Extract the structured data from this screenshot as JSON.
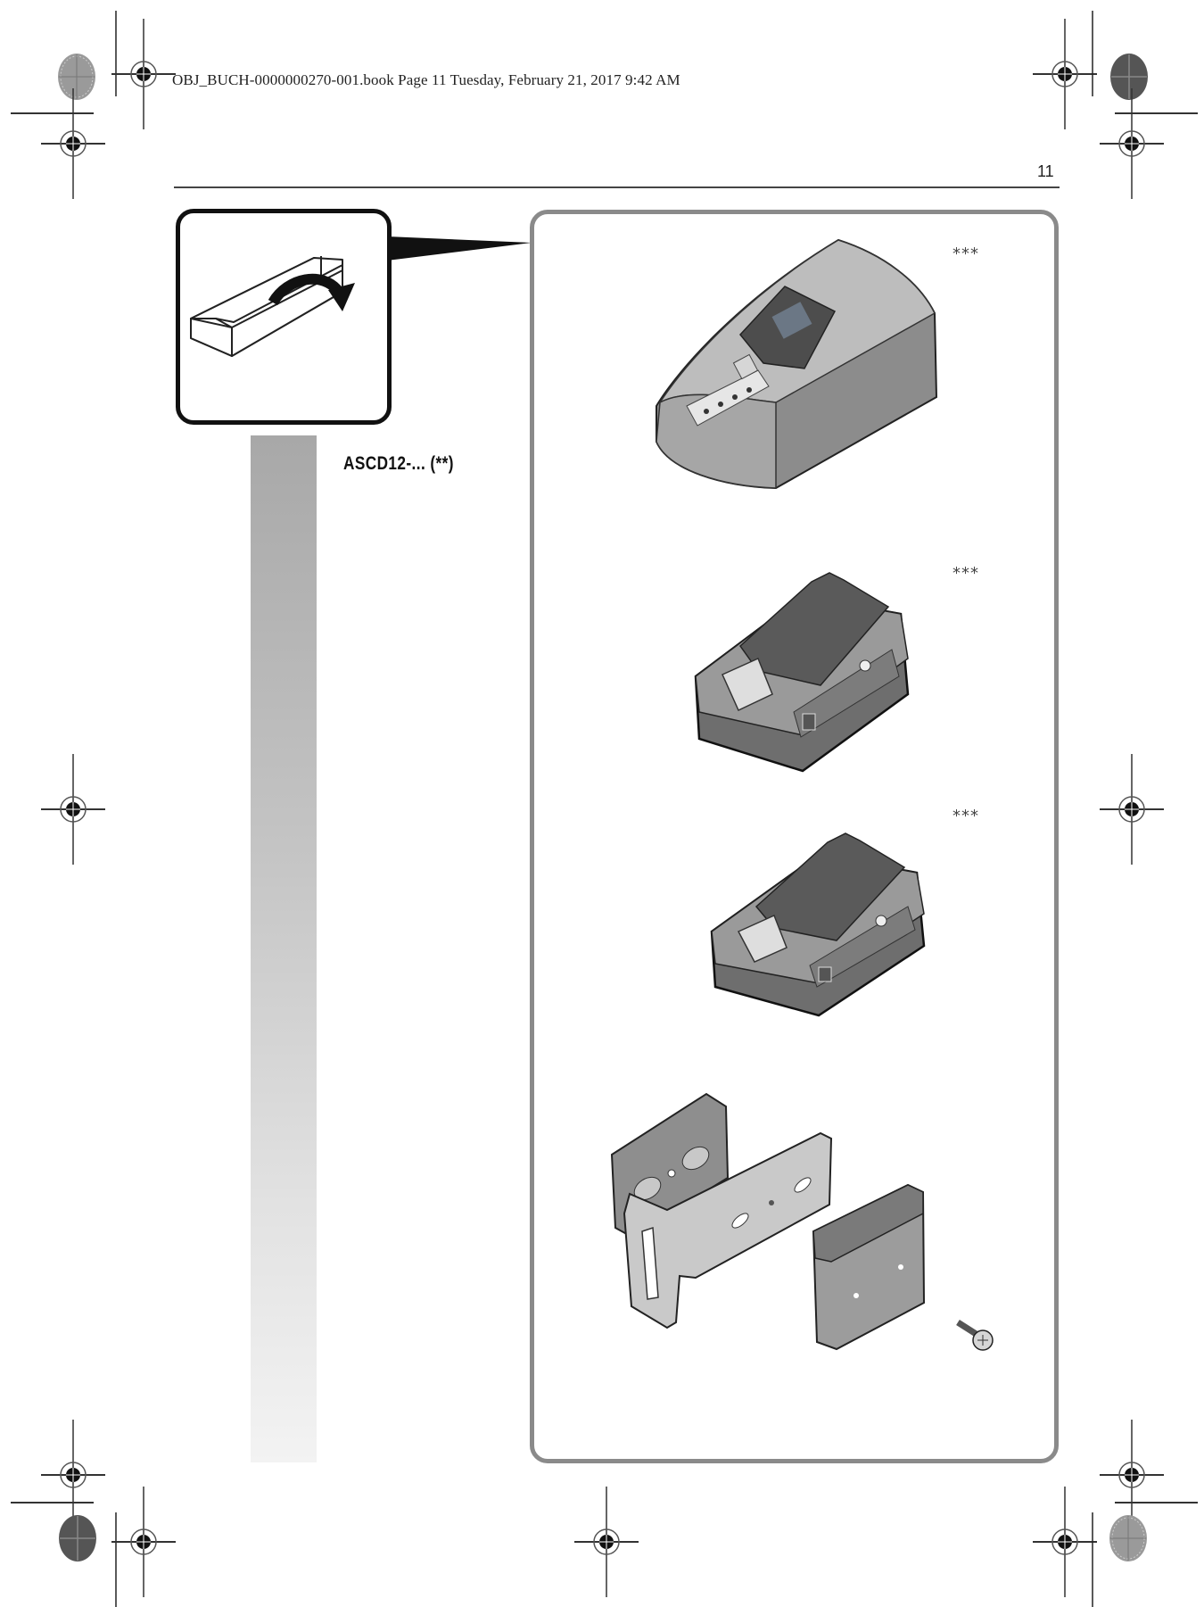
{
  "header": {
    "print_slug": "OBJ_BUCH-0000000270-001.book  Page 11  Tuesday, February 21, 2017  9:42 AM",
    "page_number": "11"
  },
  "left_panel": {
    "icon": "open-box-icon",
    "model_label": "ASCD12-... (**)"
  },
  "frame": {
    "items": [
      {
        "name": "battery-charger",
        "note": "***"
      },
      {
        "name": "battery-pack-large",
        "note": "***"
      },
      {
        "name": "battery-pack-small",
        "note": "***"
      },
      {
        "name": "belt-clip-kit",
        "note": ""
      }
    ]
  },
  "colors": {
    "frame_border": "#8a8a8a",
    "box_border": "#111111",
    "bar_top": "#a8a8a8",
    "bar_bottom": "#f3f3f3"
  }
}
